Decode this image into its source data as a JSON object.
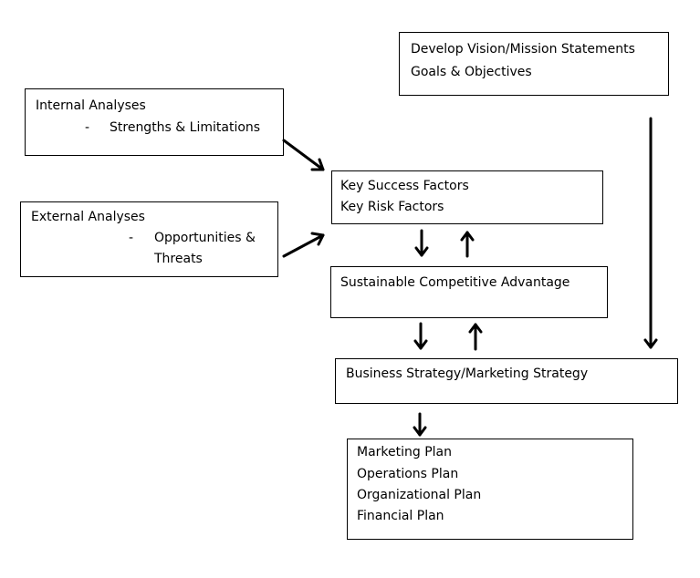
{
  "vision_box": {
    "line1": "Develop Vision/Mission Statements",
    "line2": "Goals & Objectives"
  },
  "internal_box": {
    "title": "Internal Analyses",
    "bullet": "-",
    "item": "Strengths & Limitations"
  },
  "external_box": {
    "title": "External Analyses",
    "bullet": "-",
    "item_line1": "Opportunities &",
    "item_line2": "Threats"
  },
  "factors_box": {
    "line1": "Key Success Factors",
    "line2": "Key Risk Factors"
  },
  "advantage_box": {
    "label": "Sustainable Competitive Advantage"
  },
  "strategy_box": {
    "label": "Business Strategy/Marketing Strategy"
  },
  "plans_box": {
    "items": [
      "Marketing Plan",
      "Operations Plan",
      "Organizational Plan",
      "Financial Plan"
    ]
  },
  "colors": {
    "stroke": "#000000",
    "background": "#ffffff"
  }
}
